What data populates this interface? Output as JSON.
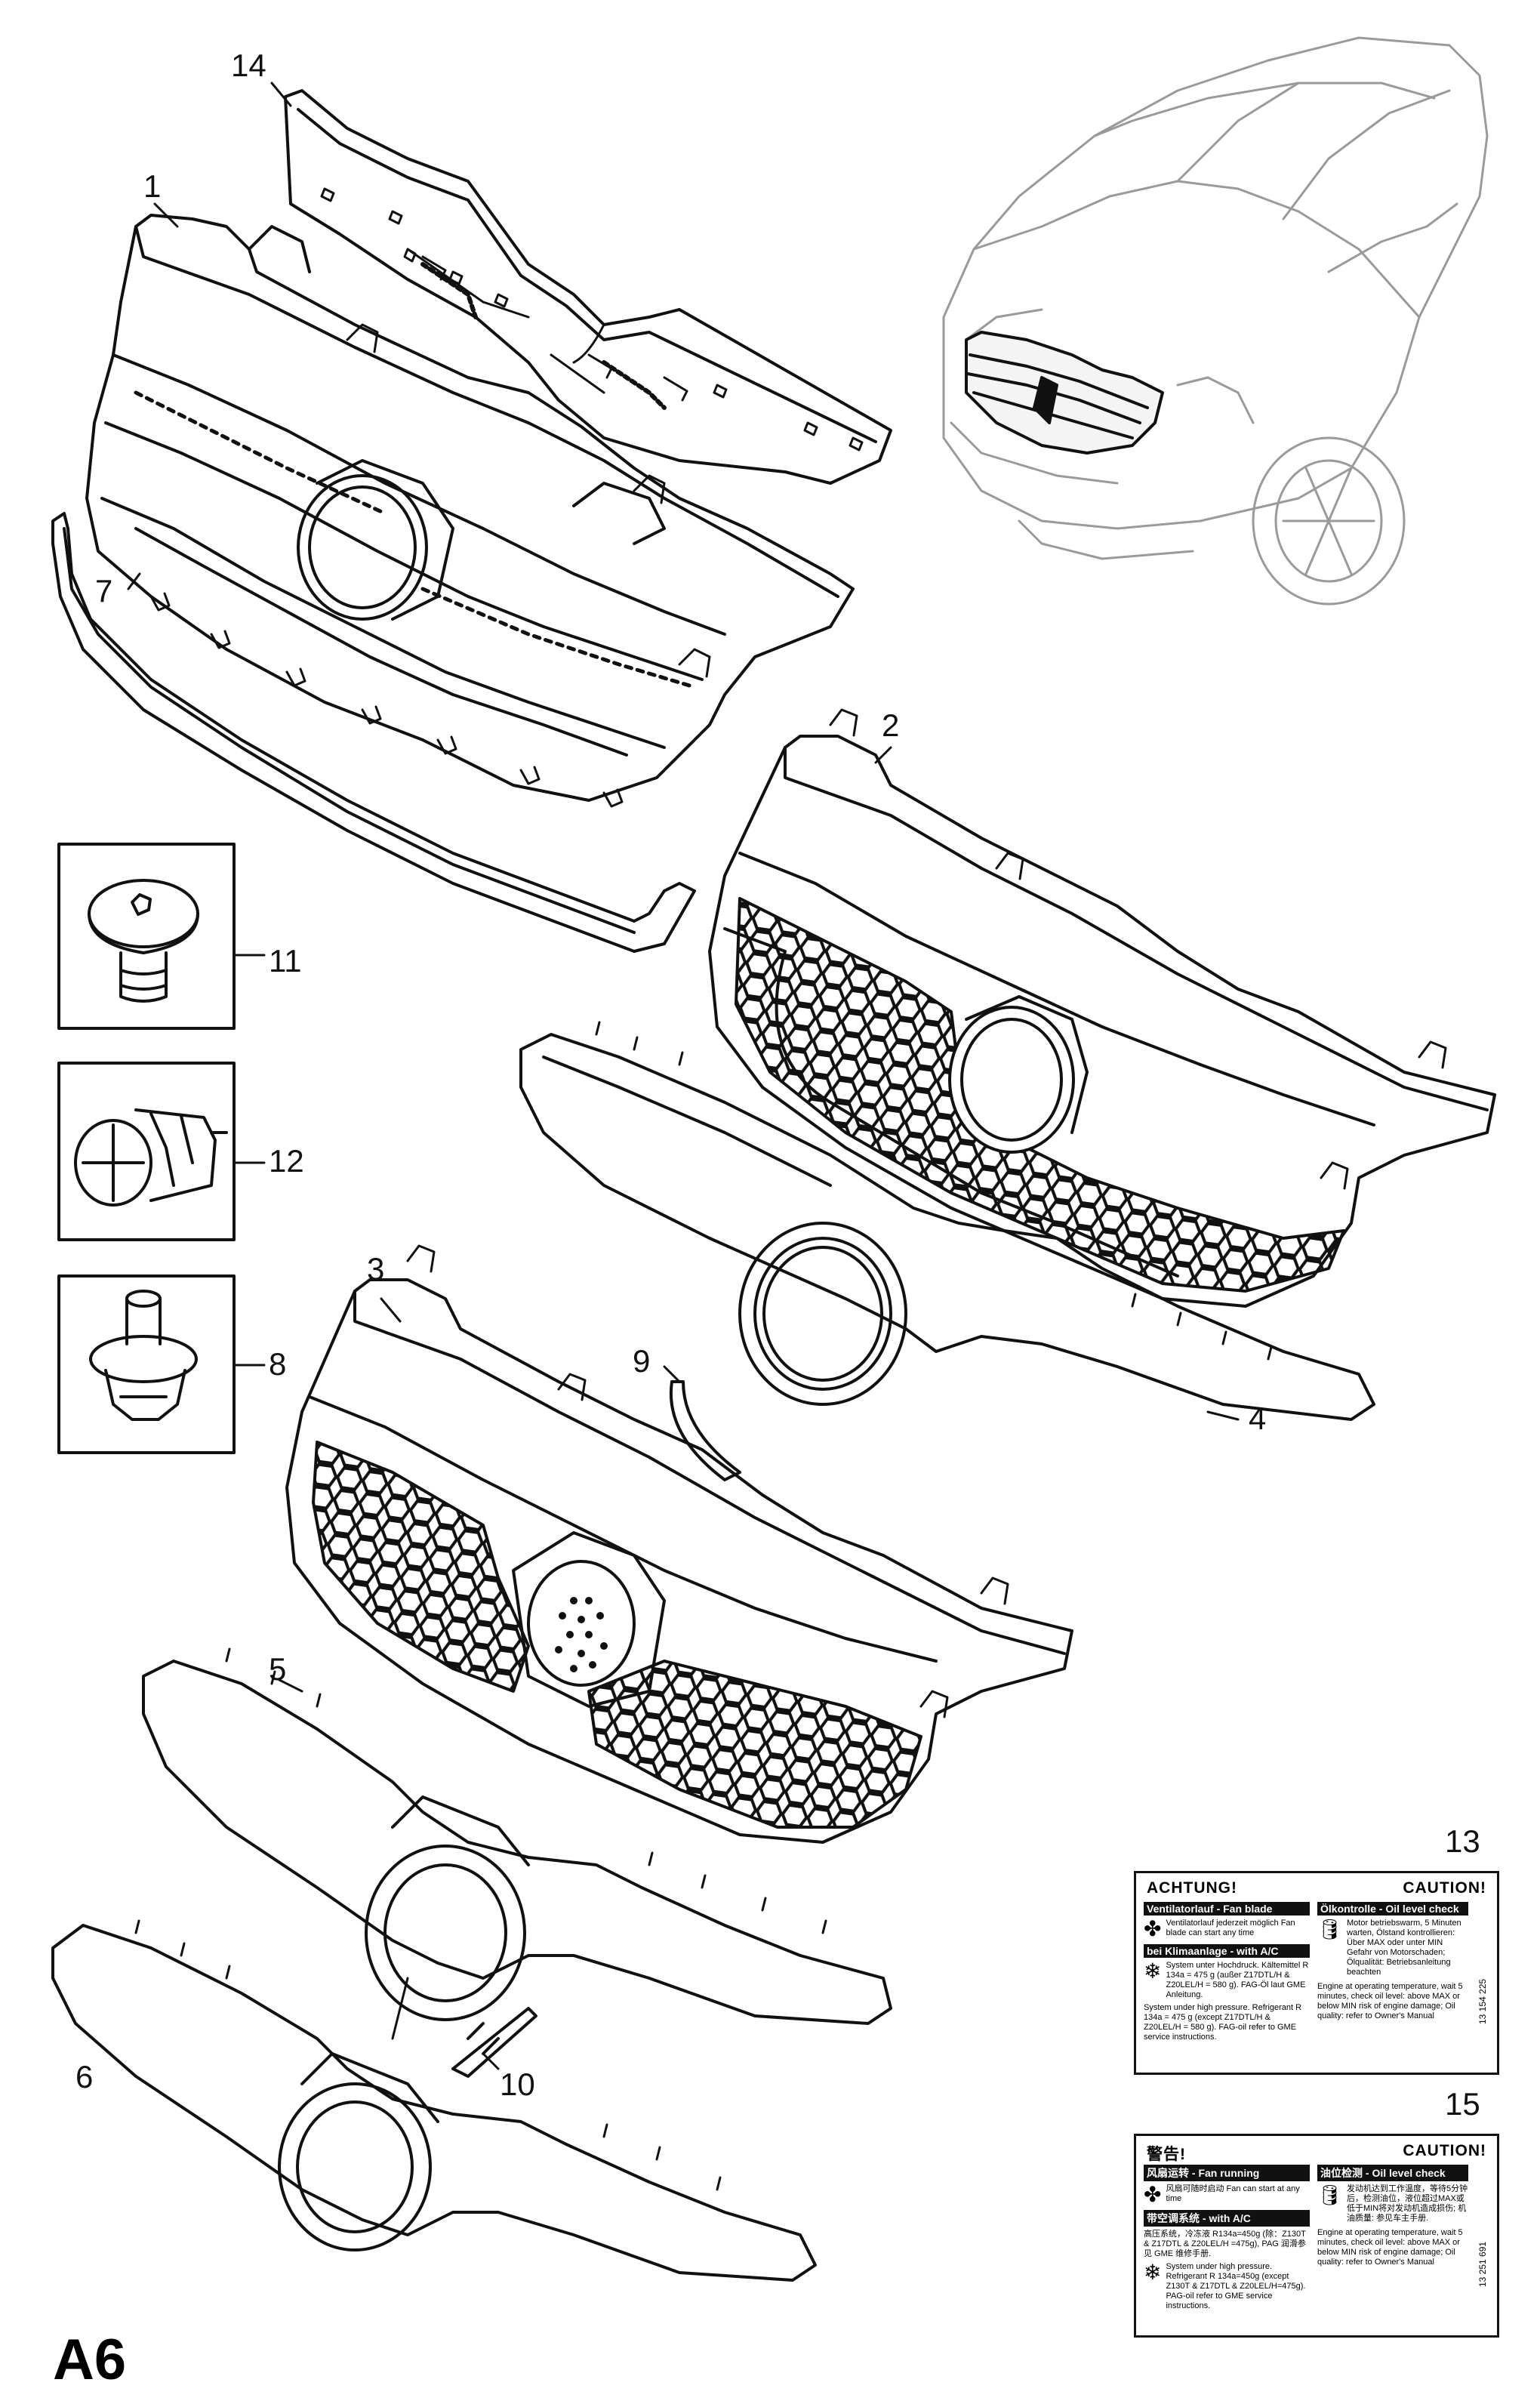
{
  "page_code": "A6",
  "callouts": {
    "c1": "1",
    "c2": "2",
    "c3": "3",
    "c4": "4",
    "c5": "5",
    "c6": "6",
    "c7": "7",
    "c8": "8",
    "c9": "9",
    "c10": "10",
    "c11": "11",
    "c12": "12",
    "c13": "13",
    "c14": "14",
    "c15": "15"
  },
  "label13": {
    "left_header": "ACHTUNG!",
    "right_header": "CAUTION!",
    "fan_title": "Ventilatorlauf - Fan blade",
    "fan_text": "Ventilatorlauf jederzeit möglich Fan blade can start any time",
    "ac_title": "bei Klimaanlage - with A/C",
    "ac_text_de": "System unter Hochdruck. Kältemittel R 134a = 475 g (außer Z17DTL/H & Z20LEL/H = 580 g). FAG-Öl laut GME Anleitung.",
    "ac_text_en": "System under high pressure. Refrigerant R 134a = 475 g (except Z17DTL/H & Z20LEL/H = 580 g). FAG-oil refer to GME service instructions.",
    "oil_title": "Ölkontrolle - Oil level check",
    "oil_text_de": "Motor betriebswarm, 5 Minuten warten, Ölstand kontrollieren: Über MAX oder unter MIN Gefahr von Motorschaden; Ölqualität: Betriebsanleitung beachten",
    "oil_text_en": "Engine at operating temperature, wait 5 minutes, check oil level: above MAX or below MIN risk of engine damage; Oil quality: refer to Owner's Manual",
    "part_no": "13 154 225"
  },
  "label15": {
    "left_header": "警告!",
    "right_header": "CAUTION!",
    "fan_title": "风扇运转 - Fan running",
    "fan_text": "风扇可随时启动 Fan can start at any time",
    "ac_title": "带空调系统 - with A/C",
    "ac_text_cn": "高压系统，冷冻液 R134a=450g (除：Z130T & Z17DTL & Z20LEL/H =475g), PAG 润滑参见 GME 维修手册.",
    "ac_text_en": "System under high pressure. Refrigerant R 134a=450g (except Z130T & Z17DTL & Z20LEL/H=475g). PAG-oil refer to GME service instructions.",
    "oil_title": "油位检测 - Oil level check",
    "oil_text_cn": "发动机达到工作温度，等待5分钟后，检测油位，液位超过MAX或低于MIN将对发动机造成损伤; 机油质量: 参见车主手册.",
    "oil_text_en": "Engine at operating temperature, wait 5 minutes, check oil level: above MAX or below MIN risk of engine damage; Oil quality: refer to Owner's Manual",
    "part_no": "13 251 691"
  }
}
